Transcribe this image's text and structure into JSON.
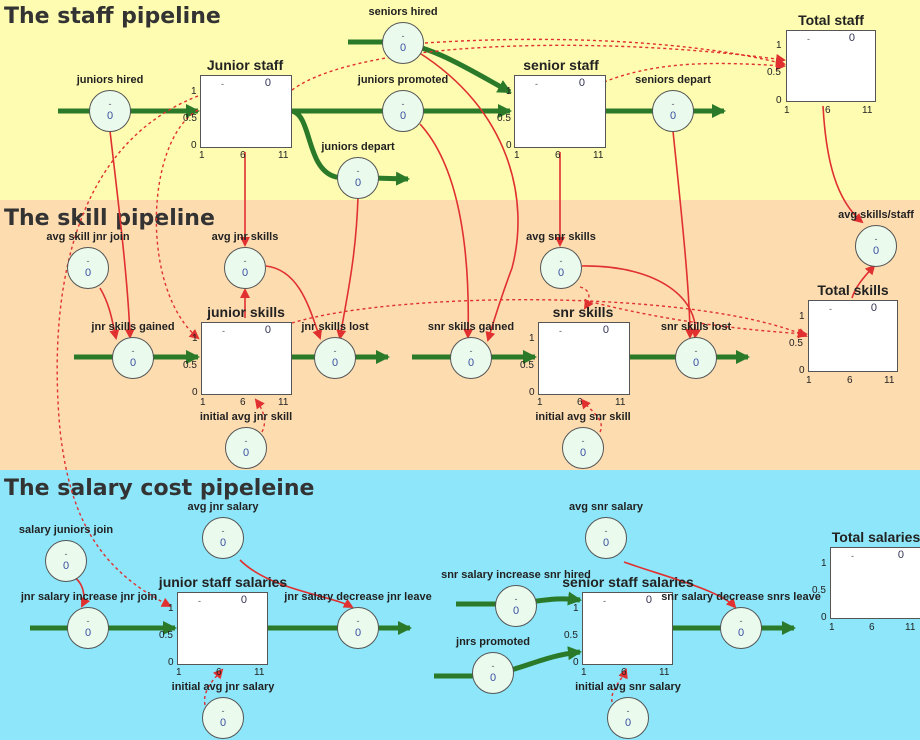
{
  "sections": {
    "staff": {
      "title": "The staff pipeline",
      "color": "#fdfcb0"
    },
    "skill": {
      "title": "The skill pipeline",
      "color": "#fddcb0"
    },
    "salary": {
      "title": "The salary cost pipeleine",
      "color": "#8de6f9"
    }
  },
  "stocks": {
    "junior_staff": {
      "title": "Junior staff",
      "dash": "-",
      "value": "0",
      "y_ticks": [
        "1",
        "0.5",
        "0"
      ],
      "x_ticks": [
        "1",
        "6",
        "11"
      ]
    },
    "senior_staff": {
      "title": "senior staff",
      "dash": "-",
      "value": "0",
      "y_ticks": [
        "1",
        "0.5",
        "0"
      ],
      "x_ticks": [
        "1",
        "6",
        "11"
      ]
    },
    "total_staff": {
      "title": "Total staff",
      "dash": "-",
      "value": "0",
      "y_ticks": [
        "1",
        "0.5",
        "0"
      ],
      "x_ticks": [
        "1",
        "6",
        "11"
      ]
    },
    "junior_skills": {
      "title": "junior skills",
      "dash": "-",
      "value": "0",
      "y_ticks": [
        "1",
        "0.5",
        "0"
      ],
      "x_ticks": [
        "1",
        "6",
        "11"
      ]
    },
    "snr_skills": {
      "title": "snr skills",
      "dash": "-",
      "value": "0",
      "y_ticks": [
        "1",
        "0.5",
        "0"
      ],
      "x_ticks": [
        "1",
        "6",
        "11"
      ]
    },
    "total_skills": {
      "title": "Total skills",
      "dash": "-",
      "value": "0",
      "y_ticks": [
        "1",
        "0.5",
        "0"
      ],
      "x_ticks": [
        "1",
        "6",
        "11"
      ]
    },
    "junior_staff_salaries": {
      "title": "junior staff salaries",
      "dash": "-",
      "value": "0",
      "y_ticks": [
        "1",
        "0.5",
        "0"
      ],
      "x_ticks": [
        "1",
        "6",
        "11"
      ]
    },
    "senior_staff_salaries": {
      "title": "senior staff salaries",
      "dash": "-",
      "value": "0",
      "y_ticks": [
        "1",
        "0.5",
        "0"
      ],
      "x_ticks": [
        "1",
        "6",
        "11"
      ]
    },
    "total_salaries": {
      "title": "Total salaries",
      "dash": "-",
      "value": "0",
      "y_ticks": [
        "1",
        "0.5",
        "0"
      ],
      "x_ticks": [
        "1",
        "6",
        "11"
      ]
    }
  },
  "variables": {
    "juniors_hired": {
      "label": "juniors hired",
      "dash": "-",
      "value": "0"
    },
    "seniors_hired": {
      "label": "seniors hired",
      "dash": "-",
      "value": "0"
    },
    "juniors_promoted": {
      "label": "juniors promoted",
      "dash": "-",
      "value": "0"
    },
    "seniors_depart": {
      "label": "seniors depart",
      "dash": "-",
      "value": "0"
    },
    "juniors_depart": {
      "label": "juniors depart",
      "dash": "-",
      "value": "0"
    },
    "avg_skill_jnr_join": {
      "label": "avg skill jnr join",
      "dash": "-",
      "value": "0"
    },
    "avg_jnr_skills": {
      "label": "avg jnr skills",
      "dash": "-",
      "value": "0"
    },
    "avg_snr_skills": {
      "label": "avg snr skills",
      "dash": "-",
      "value": "0"
    },
    "avg_skills_staff": {
      "label": "avg skills/staff",
      "dash": "-",
      "value": "0"
    },
    "jnr_skills_gained": {
      "label": "jnr skills gained",
      "dash": "-",
      "value": "0"
    },
    "jnr_skills_lost": {
      "label": "jnr skills lost",
      "dash": "-",
      "value": "0"
    },
    "snr_skills_gained": {
      "label": "snr skills gained",
      "dash": "-",
      "value": "0"
    },
    "snr_skills_lost": {
      "label": "snr skills lost",
      "dash": "-",
      "value": "0"
    },
    "initial_avg_jnr_skill": {
      "label": "initial avg jnr skill",
      "dash": "-",
      "value": "0"
    },
    "initial_avg_snr_skill": {
      "label": "initial avg snr skill",
      "dash": "-",
      "value": "0"
    },
    "salary_juniors_join": {
      "label": "salary juniors join",
      "dash": "-",
      "value": "0"
    },
    "avg_jnr_salary": {
      "label": "avg jnr salary",
      "dash": "-",
      "value": "0"
    },
    "avg_snr_salary": {
      "label": "avg snr salary",
      "dash": "-",
      "value": "0"
    },
    "jnr_salary_increase": {
      "label": "jnr salary increase jnr join",
      "dash": "-",
      "value": "0"
    },
    "jnr_salary_decrease": {
      "label": "jnr salary decrease jnr leave",
      "dash": "-",
      "value": "0"
    },
    "snr_salary_increase": {
      "label": "snr salary increase snr hired",
      "dash": "-",
      "value": "0"
    },
    "jnrs_promoted": {
      "label": "jnrs promoted",
      "dash": "-",
      "value": "0"
    },
    "snr_salary_decrease": {
      "label": "snr salary decrease snrs leave",
      "dash": "-",
      "value": "0"
    },
    "initial_avg_jnr_salary": {
      "label": "initial avg jnr salary",
      "dash": "-",
      "value": "0"
    },
    "initial_avg_snr_salary": {
      "label": "initial avg snr salary",
      "dash": "-",
      "value": "0"
    }
  },
  "colors": {
    "flow": "#2a7a2a",
    "link": "#e03030",
    "circle_fill": "#eafbee"
  }
}
